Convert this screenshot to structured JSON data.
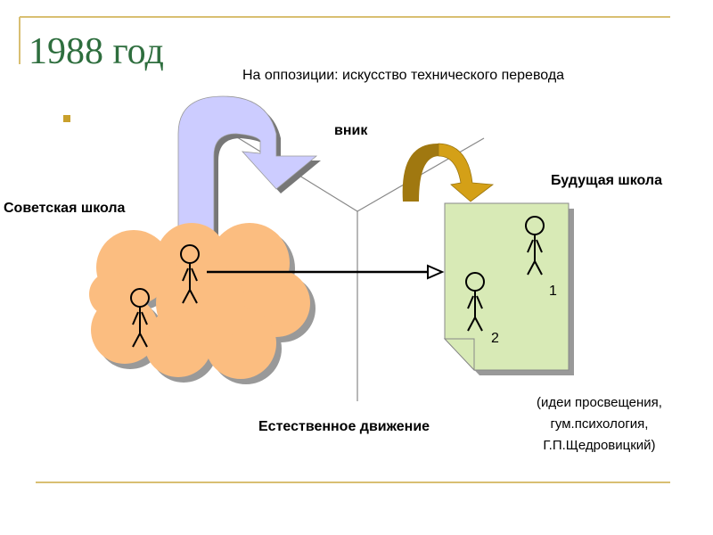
{
  "title": "1988 год",
  "subtitle": "На оппозиции: искусство технического перевода",
  "labels": {
    "vnik": "вник",
    "future_school": "Будущая школа",
    "soviet_school": "Советская школа",
    "natural_movement": "Естественное движение"
  },
  "figure_numbers": [
    "1",
    "2"
  ],
  "note_lines": [
    "(идеи просвещения,",
    "гум.психология,",
    "Г.П.Щедровицкий)"
  ],
  "colors": {
    "title": "#2e6e3e",
    "rule": "#d9bf72",
    "bullet": "#c9a02c",
    "blue_arrow": "#ccccff",
    "gold_arrow": "#c89a10",
    "cloud": "#fbbd80",
    "document": "#d8eab6"
  }
}
